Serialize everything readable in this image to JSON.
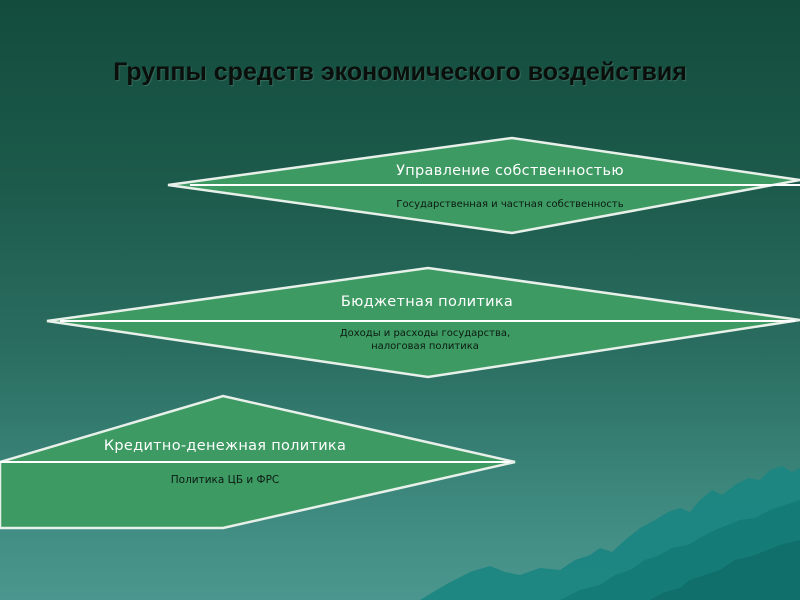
{
  "slide": {
    "title": "Группы средств экономического воздействия"
  },
  "groups": [
    {
      "title": "Управление собственностью",
      "description": "Государственная и частная собственность"
    },
    {
      "title": "Бюджетная политика",
      "description": "Доходы и расходы государства, налоговая политика"
    },
    {
      "title": "Кредитно-денежная политика",
      "description": "Политика ЦБ и ФРС"
    }
  ],
  "colors": {
    "diamond_fill": "#3d9a62",
    "diamond_stroke": "#ffffff",
    "mountains": "#1f8a86"
  }
}
